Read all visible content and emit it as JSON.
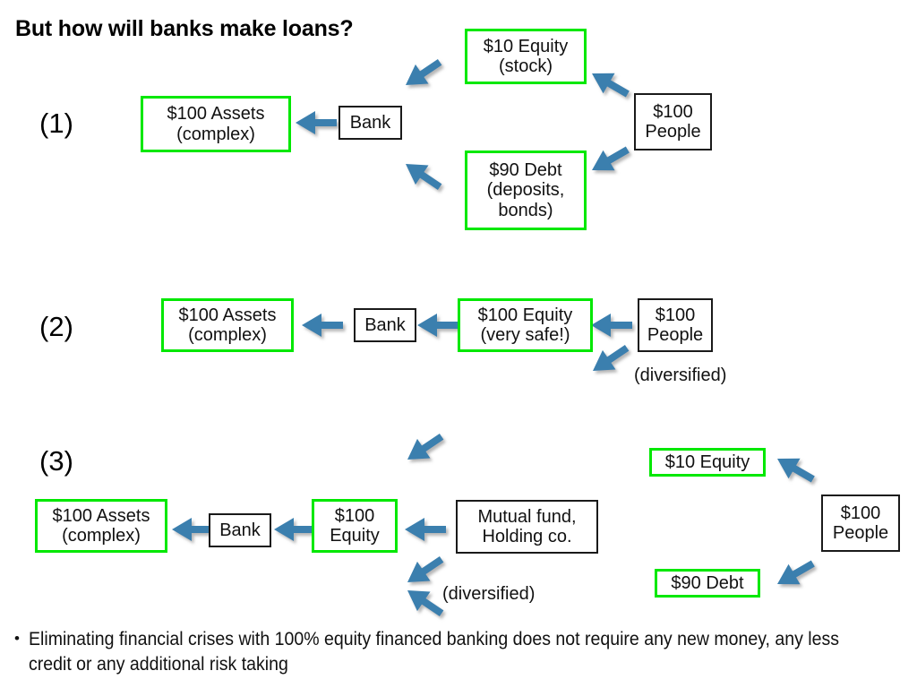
{
  "slide": {
    "title": "But how will banks make loans?",
    "background_color": "#ffffff",
    "accent_green": "#00e800",
    "accent_blue": "#3b7fae",
    "outline_black": "#1a1a1a"
  },
  "sections": [
    {
      "number": "(1)",
      "nodes": {
        "assets": "$100 Assets\n(complex)",
        "bank": "Bank",
        "equity": "$10 Equity\n(stock)",
        "debt": "$90 Debt\n(deposits,\nbonds)",
        "people": "$100\nPeople"
      }
    },
    {
      "number": "(2)",
      "nodes": {
        "assets": "$100 Assets\n(complex)",
        "bank": "Bank",
        "equity": "$100 Equity\n(very safe!)",
        "people": "$100\nPeople"
      },
      "annotation": "(diversified)"
    },
    {
      "number": "(3)",
      "nodes": {
        "assets": "$100 Assets\n(complex)",
        "bank": "Bank",
        "equity": "$100\nEquity",
        "intermediary": "Mutual fund,\nHolding co.",
        "fund_equity": "$10 Equity",
        "fund_debt": "$90 Debt",
        "people": "$100\nPeople"
      },
      "annotation": "(diversified)"
    }
  ],
  "bullets": [
    {
      "marker": "•",
      "text": "Eliminating financial crises with 100% equity financed banking does not require any new money, any less credit or any additional risk taking"
    }
  ]
}
